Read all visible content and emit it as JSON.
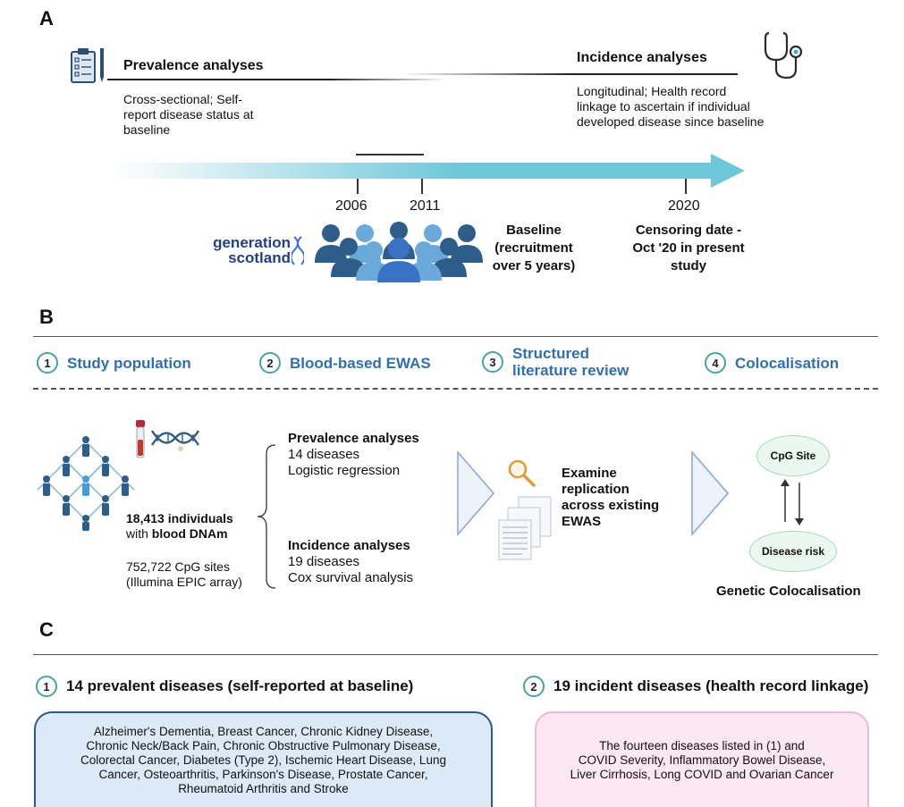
{
  "panelA": {
    "letter": "A",
    "prevalence": {
      "title": "Prevalence analyses",
      "desc_lines": [
        "Cross-sectional; Self-",
        "report disease status at",
        "baseline"
      ]
    },
    "incidence": {
      "title": "Incidence analyses",
      "desc_lines": [
        "Longitudinal; Health record",
        "linkage to ascertain if individual",
        "developed disease since baseline"
      ]
    },
    "timeline": {
      "year_2006": "2006",
      "year_2011": "2011",
      "year_2020": "2020"
    },
    "logo": {
      "line1": "generation",
      "line2": "scotland"
    },
    "baseline_lines": [
      "Baseline",
      "(recruitment",
      "over 5 years)"
    ],
    "censoring_lines": [
      "Censoring date -",
      "Oct '20 in present",
      "study"
    ]
  },
  "panelB": {
    "letter": "B",
    "steps": [
      {
        "num": "1",
        "label_lines": [
          "Study population"
        ]
      },
      {
        "num": "2",
        "label_lines": [
          "Blood-based EWAS"
        ]
      },
      {
        "num": "3",
        "label_lines": [
          "Structured",
          "literature review"
        ]
      },
      {
        "num": "4",
        "label_lines": [
          "Colocalisation"
        ]
      }
    ],
    "population": {
      "count": "18,413 individuals",
      "with_prefix": "with ",
      "with_bold": "blood DNAm",
      "cpg_line1": "752,722 CpG sites",
      "cpg_line2": "(Illumina EPIC array)"
    },
    "ewas": {
      "prev_title": "Prevalence analyses",
      "prev_line1": "14 diseases",
      "prev_line2": "Logistic regression",
      "inc_title": "Incidence analyses",
      "inc_line1": "19 diseases",
      "inc_line2": "Cox survival analysis"
    },
    "review_lines": [
      "Examine",
      "replication",
      "across existing",
      "EWAS"
    ],
    "coloc": {
      "cpg_site": "CpG Site",
      "disease_risk": "Disease risk",
      "caption": "Genetic Colocalisation"
    }
  },
  "panelC": {
    "letter": "C",
    "prevalent": {
      "num": "1",
      "title": "14 prevalent diseases (self-reported at baseline)",
      "lines": [
        "Alzheimer's Dementia, Breast Cancer, Chronic Kidney Disease,",
        "Chronic Neck/Back Pain, Chronic Obstructive Pulmonary Disease,",
        "Colorectal Cancer, Diabetes (Type 2), Ischemic Heart Disease, Lung",
        "Cancer, Osteoarthritis, Parkinson's Disease, Prostate Cancer,",
        "Rheumatoid Arthritis and Stroke"
      ]
    },
    "incident": {
      "num": "2",
      "title": "19 incident diseases (health record linkage)",
      "lines": [
        "The fourteen diseases listed in (1) and",
        "COVID Severity, Inflammatory Bowel Disease,",
        "Liver Cirrhosis, Long COVID and Ovarian Cancer"
      ]
    }
  },
  "colors": {
    "timeline_arrow": "#6cc7d9",
    "blue_text": "#2f6fb5",
    "teal_circle": "#4aa3a3",
    "prevalent_box_fill": "#dce9f7",
    "prevalent_box_border": "#2d5a8a",
    "incident_box_fill": "#fbe7f1",
    "incident_box_border": "#eeb9d2"
  },
  "icons": [
    "clipboard-icon",
    "stethoscope-icon",
    "people-group-icon",
    "dna-icon",
    "blood-tube-icon",
    "network-people-icon",
    "magnifier-icon",
    "documents-icon",
    "chevron-right-icon"
  ]
}
